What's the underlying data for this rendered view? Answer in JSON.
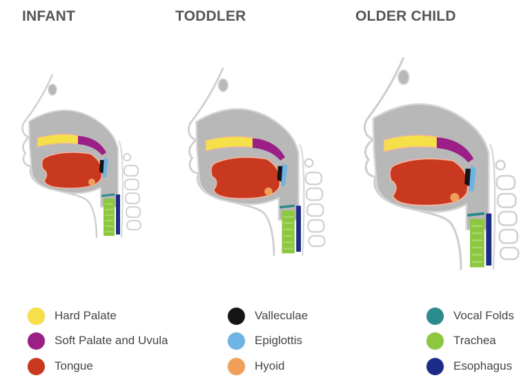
{
  "titles": [
    "INFANT",
    "TODDLER",
    "OLDER CHILD"
  ],
  "legend": [
    {
      "label": "Hard Palate",
      "color": "#f5e04a"
    },
    {
      "label": "Soft Palate and Uvula",
      "color": "#9b1f86"
    },
    {
      "label": "Tongue",
      "color": "#c9391f"
    },
    {
      "label": "Valleculae",
      "color": "#151515"
    },
    {
      "label": "Epiglottis",
      "color": "#6db3e3"
    },
    {
      "label": "Hyoid",
      "color": "#f0a05a"
    },
    {
      "label": "Vocal Folds",
      "color": "#2a8b8c"
    },
    {
      "label": "Trachea",
      "color": "#8dc63f"
    },
    {
      "label": "Esophagus",
      "color": "#1d2b88"
    }
  ]
}
